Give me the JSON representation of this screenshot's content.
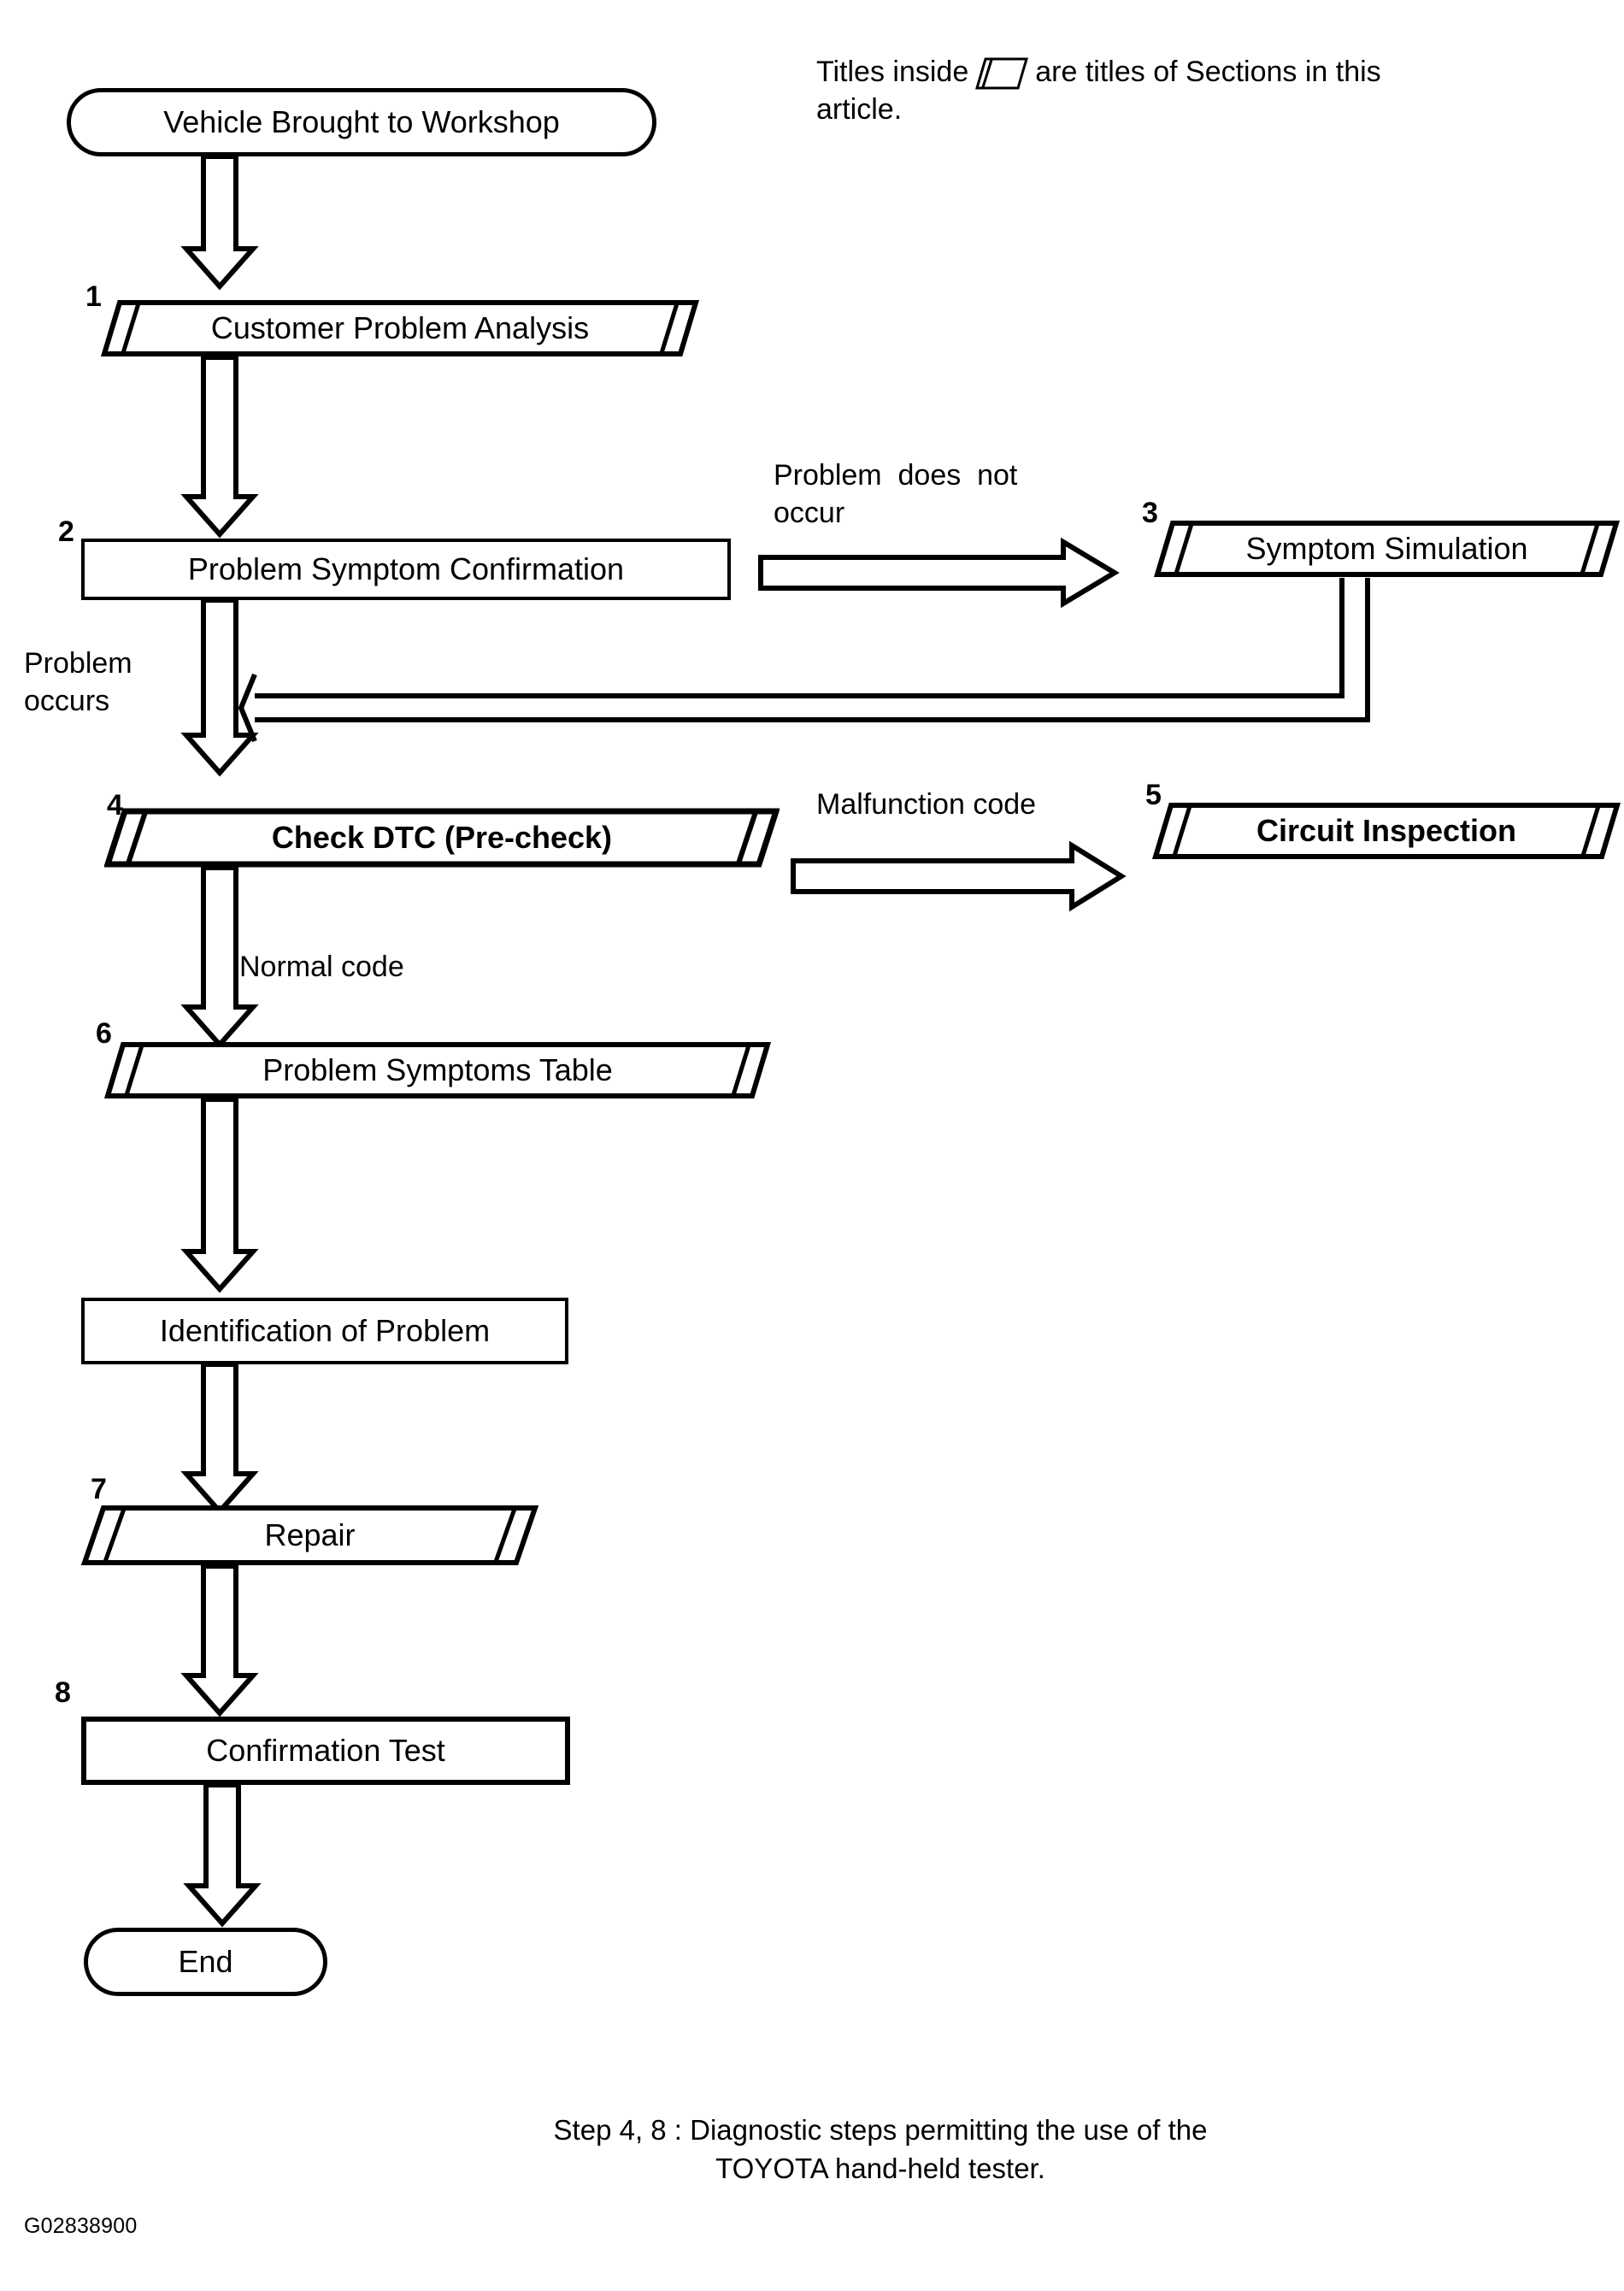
{
  "diagram": {
    "ref_code": "G02838900",
    "legend": {
      "text_before": "Titles inside",
      "text_after": "are titles of Sections in this",
      "text_line2": "article.",
      "icon": "parallelogram-icon"
    },
    "caption": {
      "line1": "Step 4, 8 : Diagnostic steps permitting the use of the",
      "line2": "TOYOTA hand-held tester."
    },
    "nodes": {
      "start": {
        "label": "Vehicle Brought to Workshop",
        "shape": "terminator"
      },
      "step1": {
        "number": "1",
        "label": "Customer Problem Analysis",
        "shape": "parallelogram"
      },
      "step2": {
        "number": "2",
        "label": "Problem Symptom Confirmation",
        "shape": "rectangle"
      },
      "step3": {
        "number": "3",
        "label": "Symptom Simulation",
        "shape": "parallelogram"
      },
      "step4": {
        "number": "4",
        "label": "Check DTC (Pre-check)",
        "shape": "parallelogram",
        "bold": true
      },
      "step5": {
        "number": "5",
        "label": "Circuit Inspection",
        "shape": "parallelogram",
        "bold": true
      },
      "step6": {
        "number": "6",
        "label": "Problem Symptoms Table",
        "shape": "parallelogram"
      },
      "identification": {
        "label": "Identification of Problem",
        "shape": "rectangle"
      },
      "step7": {
        "number": "7",
        "label": "Repair",
        "shape": "parallelogram"
      },
      "step8": {
        "number": "8",
        "label": "Confirmation Test",
        "shape": "rectangle"
      },
      "end": {
        "label": "End",
        "shape": "terminator"
      }
    },
    "edge_labels": {
      "problem_does_not_occur_line1": "Problem  does  not",
      "problem_does_not_occur_line2": "occur",
      "problem_occurs_line1": "Problem",
      "problem_occurs_line2": "occurs",
      "malfunction_code": "Malfunction code",
      "normal_code": "Normal code"
    },
    "colors": {
      "stroke": "#000000",
      "background": "#ffffff"
    }
  }
}
